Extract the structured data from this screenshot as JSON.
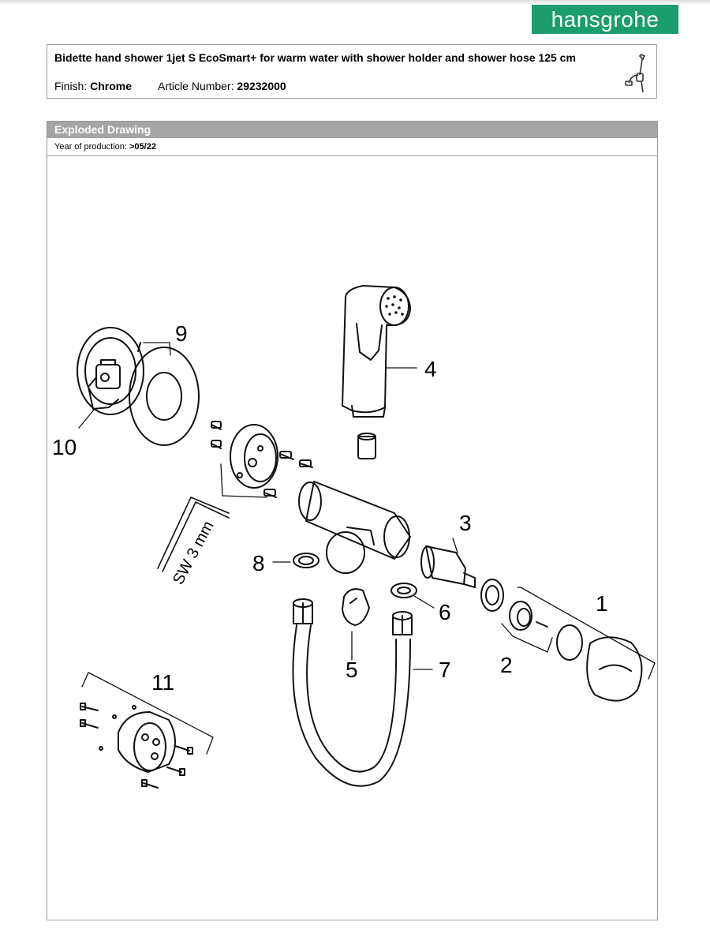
{
  "brand": {
    "logo_text": "hansgrohe",
    "color": "#1b9d6d"
  },
  "product": {
    "title": "Bidette hand shower 1jet S EcoSmart+ for warm water with shower holder and shower hose 125 cm",
    "finish_label": "Finish:",
    "finish_value": "Chrome",
    "article_label": "Article Number:",
    "article_value": "29232000",
    "thumbnail_icon": "hand-shower-thumbnail"
  },
  "section": {
    "title": "Exploded Drawing",
    "production_label": "Year of production:",
    "production_value": ">05/22"
  },
  "drawing": {
    "tool_label": "SW 3 mm",
    "callouts": {
      "c1": "1",
      "c2": "2",
      "c3": "3",
      "c4": "4",
      "c5": "5",
      "c6": "6",
      "c7": "7",
      "c8": "8",
      "c9": "9",
      "c10": "10",
      "c11": "11"
    }
  }
}
